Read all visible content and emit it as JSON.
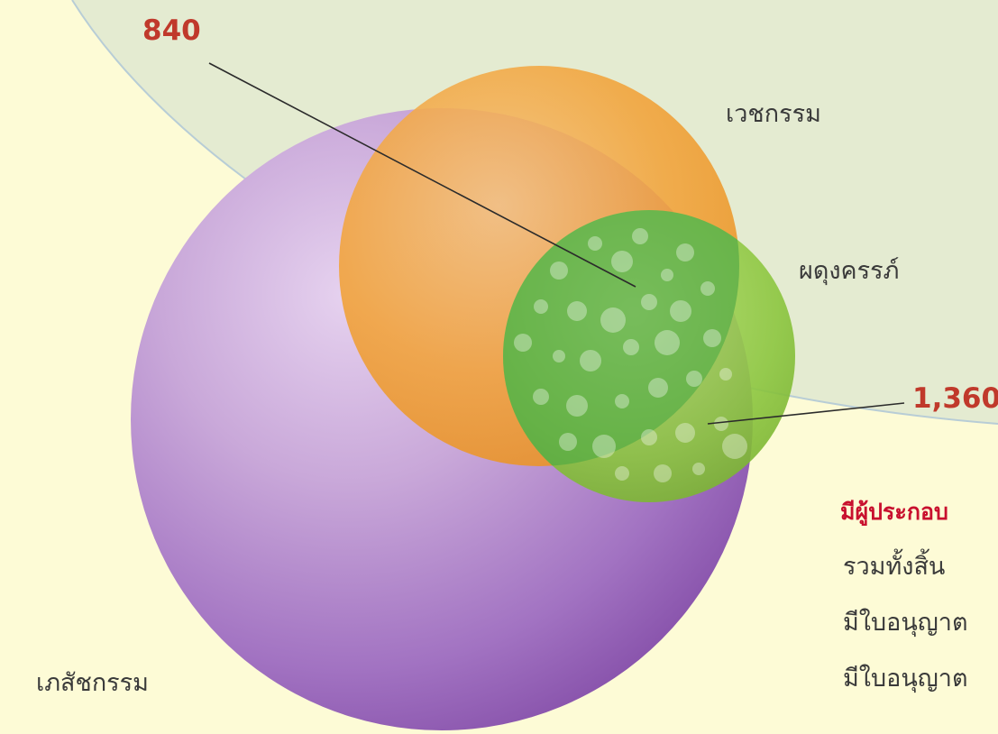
{
  "diagram": {
    "sets": [
      {
        "id": "pharmacy",
        "label": "เภสัชกรรม",
        "color": "#9b59b6"
      },
      {
        "id": "medicine",
        "label": "เวชกรรม",
        "color": "#f2a33a"
      },
      {
        "id": "midwifery",
        "label": "ผดุงครรภ์",
        "color": "#8cc63f"
      }
    ],
    "callouts": [
      {
        "value": "840"
      },
      {
        "value": "1,360"
      }
    ],
    "info": {
      "heading": "มีผู้ประกอบ",
      "lines": [
        "รวมทั้งสิ้น",
        "มีใบอนุญาต",
        "มีใบอนุญาต"
      ]
    }
  }
}
